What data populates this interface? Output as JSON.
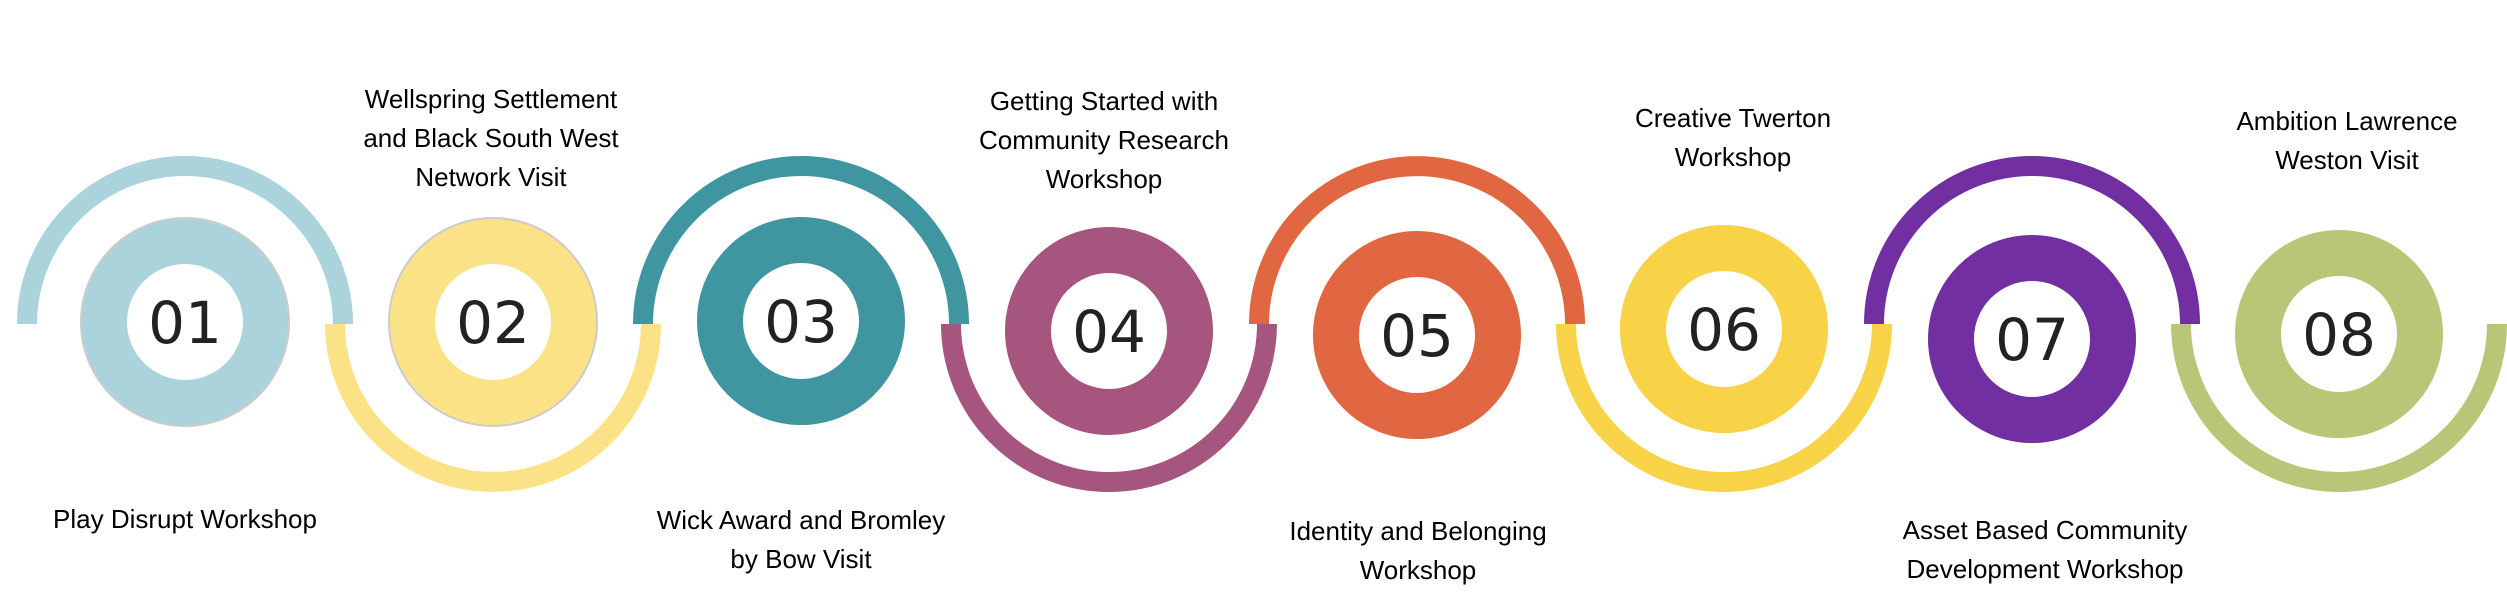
{
  "steps": [
    {
      "number": "01",
      "label_lines": [
        "Play Disrupt Workshop"
      ],
      "color": "#aad3dc",
      "label_position": "below"
    },
    {
      "number": "02",
      "label_lines": [
        "Wellspring Settlement",
        "and Black South West",
        "Network Visit"
      ],
      "color": "#fce286",
      "label_position": "above"
    },
    {
      "number": "03",
      "label_lines": [
        "Wick Award and Bromley",
        "by Bow Visit"
      ],
      "color": "#3f96a1",
      "label_position": "below"
    },
    {
      "number": "04",
      "label_lines": [
        "Getting Started with",
        "Community Research",
        "Workshop"
      ],
      "color": "#a6557f",
      "label_position": "above"
    },
    {
      "number": "05",
      "label_lines": [
        "Identity and Belonging",
        "Workshop"
      ],
      "color": "#e06741",
      "label_position": "below"
    },
    {
      "number": "06",
      "label_lines": [
        "Creative Twerton",
        "Workshop"
      ],
      "color": "#f8d347",
      "label_position": "above"
    },
    {
      "number": "07",
      "label_lines": [
        "Asset Based Community",
        "Development Workshop"
      ],
      "color": "#712fa1",
      "label_position": "below"
    },
    {
      "number": "08",
      "label_lines": [
        "Ambition Lawrence",
        "Weston Visit"
      ],
      "color": "#b8c677",
      "label_position": "above"
    }
  ]
}
